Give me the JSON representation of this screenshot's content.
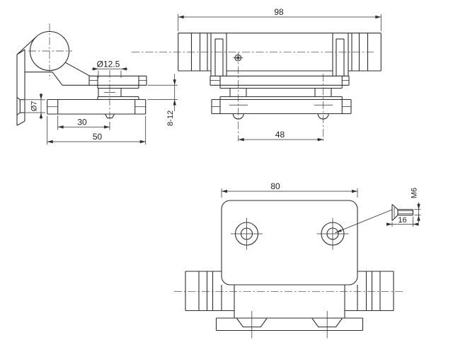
{
  "drawing": {
    "background": "#ffffff",
    "line_color": "#2e2e2e",
    "views": {
      "side_view": "side view - wall bracket with hinge knuckle and glass clamp",
      "front_view": "front view - knurled hinge barrel with clamp plates",
      "plan_view": "plan view - mounting plate with two countersunk holes",
      "screw_detail": "countersunk screw detail"
    },
    "dimensions": {
      "overall_width": "98",
      "hole_spacing": "48",
      "plate_width": "80",
      "boss_diameter": "Ø12.5",
      "bracket_hole_diameter": "Ø7",
      "boss_offset": "30",
      "clamp_depth": "50",
      "glass_range": "8-12",
      "screw_thread": "M6",
      "screw_length": "16"
    }
  }
}
